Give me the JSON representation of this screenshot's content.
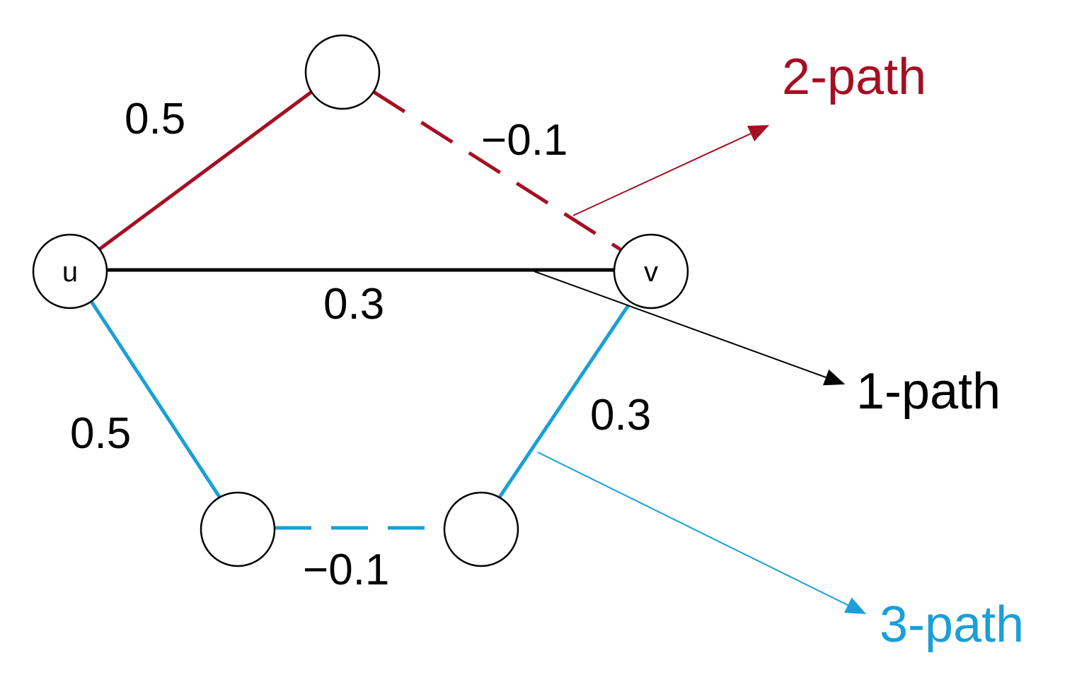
{
  "colors": {
    "path1": "#000000",
    "path2": "#a50f22",
    "path3": "#1a9fd8"
  },
  "nodes": {
    "u": "u",
    "v": "v",
    "top": "",
    "bottom_left": "",
    "bottom_right": ""
  },
  "edges": {
    "u_top": "0.5",
    "top_v": "−0.1",
    "u_v": "0.3",
    "u_bl": "0.5",
    "bl_br": "−0.1",
    "br_v": "0.3"
  },
  "paths": {
    "one": "1-path",
    "two": "2-path",
    "three": "3-path"
  }
}
